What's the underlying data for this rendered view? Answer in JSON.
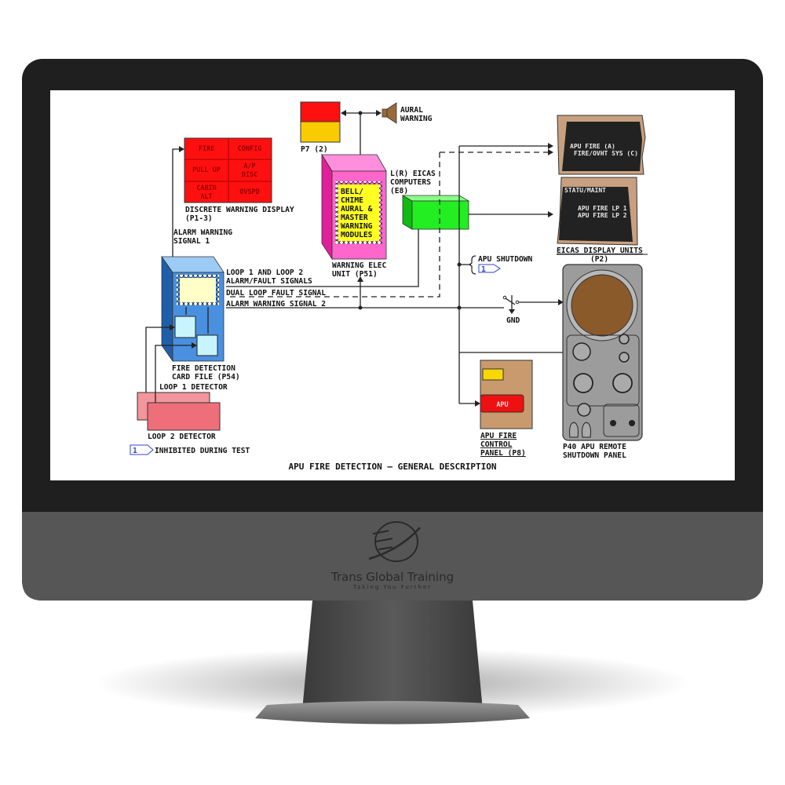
{
  "brand": {
    "name": "Trans Global Training",
    "tagline": "Taking You Further"
  },
  "diagram": {
    "title": "APU FIRE DETECTION — GENERAL DESCRIPTION",
    "discrete_warning_display": {
      "cells": [
        "FIRE",
        "CONFIG",
        "PULL UP",
        "A/P",
        "DISC",
        "CABIN",
        "ALT",
        "OVSPD"
      ],
      "label": [
        "DISCRETE WARNING DISPLAY",
        "(P1-3)"
      ]
    },
    "alarm_signal_1": [
      "ALARM WARNING",
      "SIGNAL 1"
    ],
    "p7": {
      "label": "P7 (2)"
    },
    "aural_warning": [
      "AURAL",
      "WARNING"
    ],
    "warning_unit": {
      "modules": [
        "BELL/",
        "CHIME",
        "AURAL &",
        "MASTER",
        "WARNING",
        "MODULES"
      ],
      "label": [
        "WARNING ELEC",
        "UNIT (P51)"
      ]
    },
    "eicas_computers": [
      "L(R) EICAS",
      "COMPUTERS",
      "(E8)"
    ],
    "eicas_display_1": [
      "APU FIRE (A)",
      "FIRE/OVHT SYS (C)"
    ],
    "eicas_display_2": {
      "header": "STATU/MAINT",
      "lines": [
        "APU FIRE LP 1",
        "APU FIRE LP 2"
      ]
    },
    "eicas_label": [
      "EICAS DISPLAY UNITS",
      "(P2)"
    ],
    "apu_shutdown": {
      "label": "APU SHUTDOWN",
      "note": "1"
    },
    "gnd": "GND",
    "signals": [
      "LOOP 1 AND LOOP 2",
      "ALARM/FAULT SIGNALS",
      "DUAL LOOP FAULT SIGNAL",
      "ALARM WARNING SIGNAL 2"
    ],
    "card_file": [
      "FIRE DETECTION",
      "CARD FILE (P54)"
    ],
    "loop1": "LOOP 1 DETECTOR",
    "loop2": "LOOP 2 DETECTOR",
    "legend": {
      "note": "1",
      "text": "INHIBITED DURING TEST"
    },
    "apu_fire_panel": {
      "button": "APU",
      "label": [
        "APU FIRE",
        "CONTROL",
        "PANEL (P8)"
      ]
    },
    "p40_panel": {
      "label": [
        "P40 APU REMOTE",
        "SHUTDOWN PANEL"
      ]
    }
  },
  "colors": {
    "bezel": "#1f1f1f",
    "chin": "#565656",
    "red": "#ff1010",
    "pink": "#ff66cc",
    "green": "#22ee22",
    "blue": "#4a90e0"
  }
}
